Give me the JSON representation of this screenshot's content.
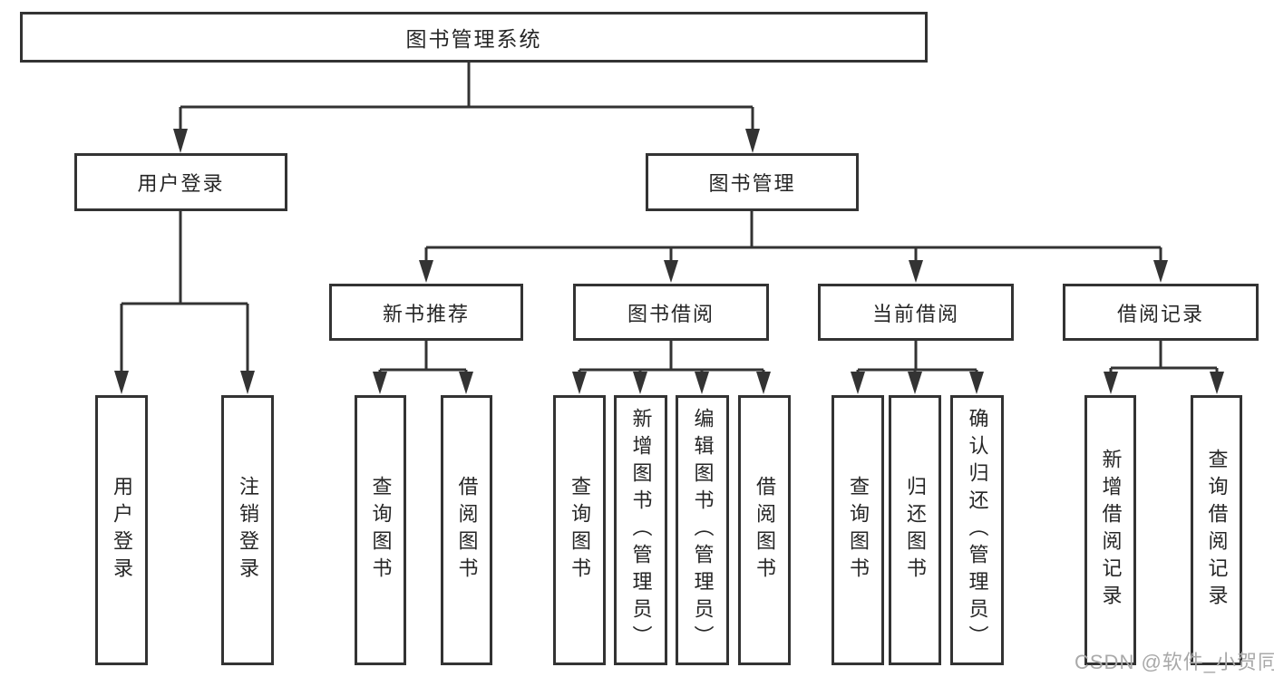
{
  "diagram_title": "图书管理系统",
  "colors": {
    "line": "#333333",
    "text": "#262626",
    "background": "#ffffff",
    "watermark": "#a9a9a9"
  },
  "tree": {
    "root": {
      "label": "图书管理系统"
    },
    "branches": [
      {
        "label": "用户登录",
        "children": [
          {
            "label": "用户登录"
          },
          {
            "label": "注销登录"
          }
        ]
      },
      {
        "label": "图书管理",
        "groups": [
          {
            "label": "新书推荐",
            "children": [
              {
                "label": "查询图书"
              },
              {
                "label": "借阅图书"
              }
            ]
          },
          {
            "label": "图书借阅",
            "children": [
              {
                "label": "查询图书"
              },
              {
                "label": "新增图书（管理员）"
              },
              {
                "label": "编辑图书（管理员）"
              },
              {
                "label": "借阅图书"
              }
            ]
          },
          {
            "label": "当前借阅",
            "children": [
              {
                "label": "查询图书"
              },
              {
                "label": "归还图书"
              },
              {
                "label": "确认归还（管理员）"
              }
            ]
          },
          {
            "label": "借阅记录",
            "children": [
              {
                "label": "新增借阅记录"
              },
              {
                "label": "查询借阅记录"
              }
            ]
          }
        ]
      }
    ]
  },
  "watermark": {
    "text": "CSDN @软件_小贺同学"
  }
}
